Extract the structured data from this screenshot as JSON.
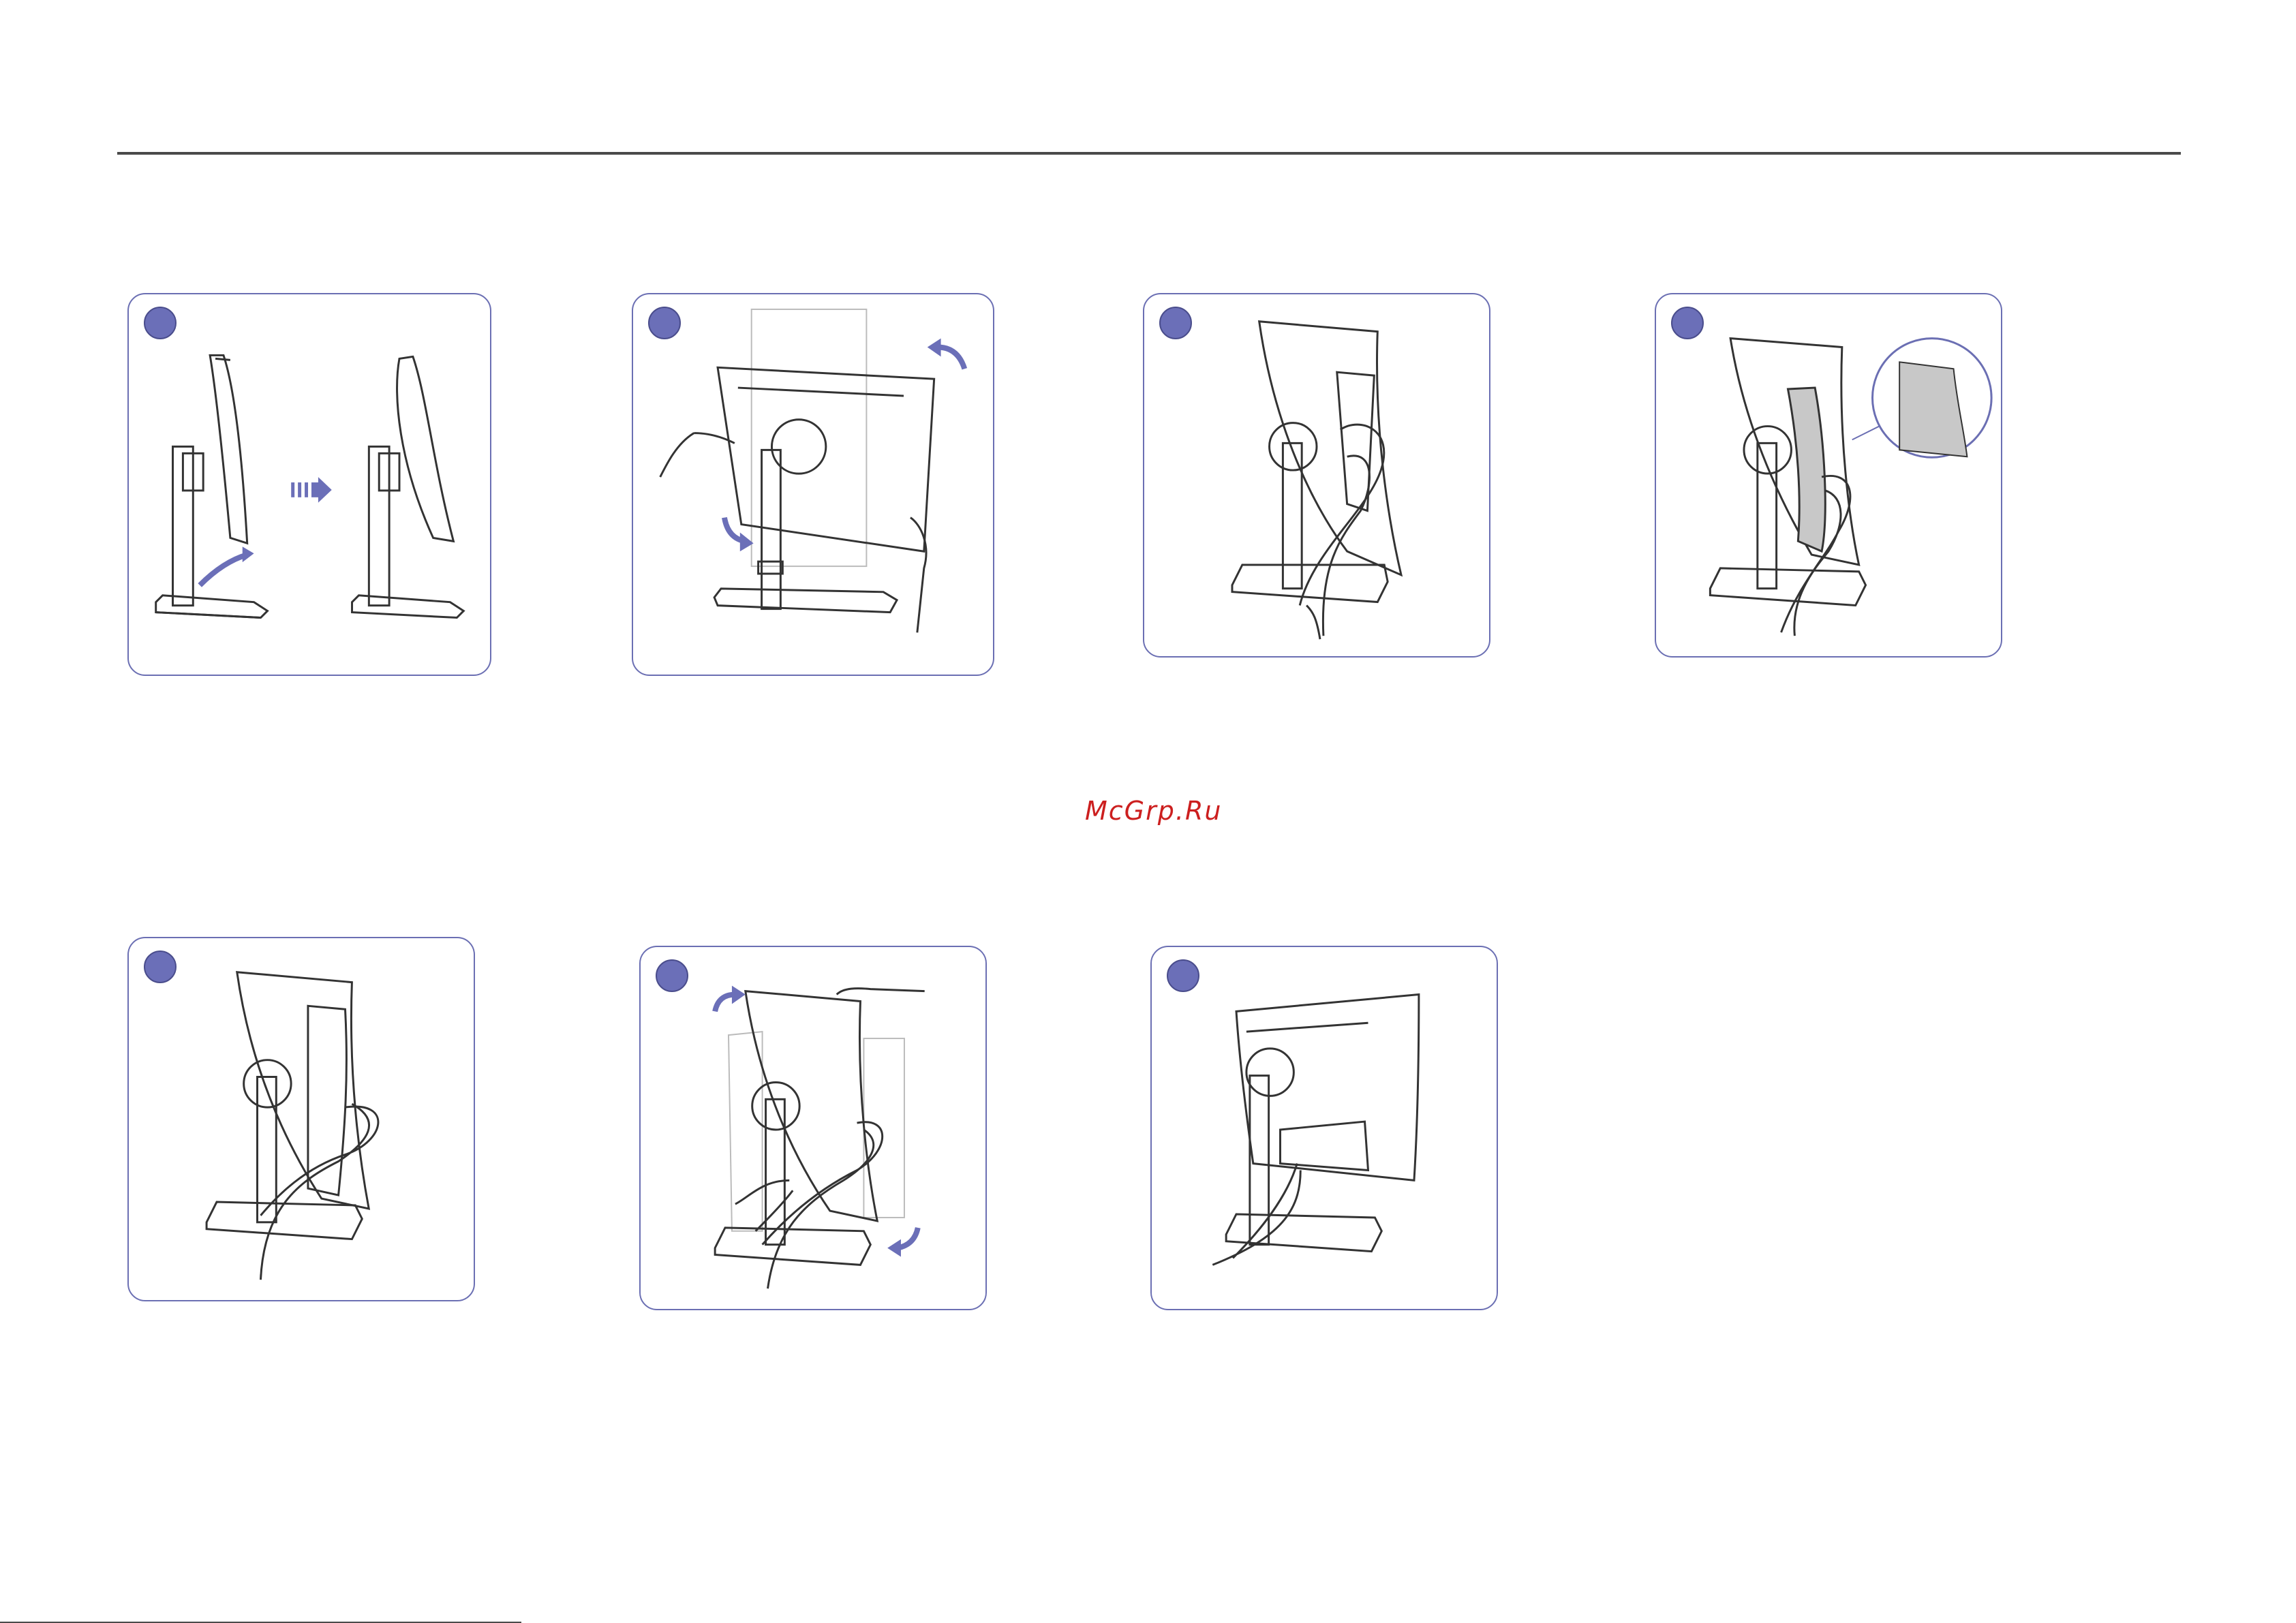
{
  "watermark": "McGrp.Ru",
  "steps": [
    {
      "id": "1",
      "icon": "monitor-tilt-icon"
    },
    {
      "id": "2",
      "icon": "monitor-rotate-icon"
    },
    {
      "id": "3",
      "icon": "cable-connect-icon"
    },
    {
      "id": "4",
      "icon": "cable-cover-icon"
    },
    {
      "id": "5",
      "icon": "cable-route-icon"
    },
    {
      "id": "6",
      "icon": "monitor-rotate-back-icon"
    },
    {
      "id": "7",
      "icon": "monitor-final-icon"
    }
  ],
  "colors": {
    "accent": "#6b6fb8",
    "panel_border": "#6b6fb3",
    "line": "#333333",
    "watermark": "#cc1f1f"
  }
}
